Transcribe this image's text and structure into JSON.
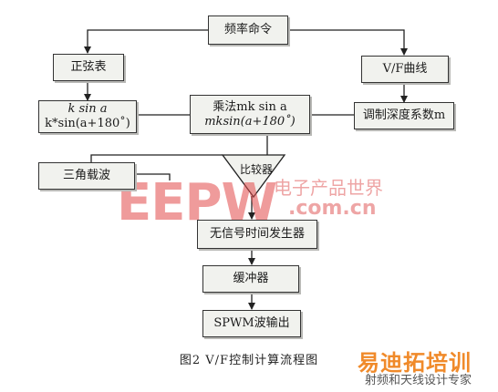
{
  "boxes": {
    "freq_cmd": "频率命令",
    "sine_table": "正弦表",
    "vf_curve": "V/F曲线",
    "k_line1": "k  sin  a",
    "k_line2": "k*sin(a+180˚)",
    "mult_line1": "乘法mk sin a",
    "mult_line2": "mksin(a+180˚)",
    "mod_depth": "调制深度系数m",
    "triangle": "三角载波",
    "comparator": "比较器",
    "no_signal": "无信号时间发生器",
    "buffer": "缓冲器",
    "spwm": "SPWM波输出"
  },
  "caption": "图2    V/F控制计算流程图",
  "watermark": {
    "big": "EEPW",
    "cn": "电子产品世界",
    "com": ".com.cn"
  },
  "branding": {
    "main": "易迪拓培训",
    "sub": "射频和天线设计专家"
  },
  "colors": {
    "line": "#222222",
    "box_fill": "#f1f2ee",
    "watermark": "#e24a4a",
    "brand": "#f08a2a"
  }
}
